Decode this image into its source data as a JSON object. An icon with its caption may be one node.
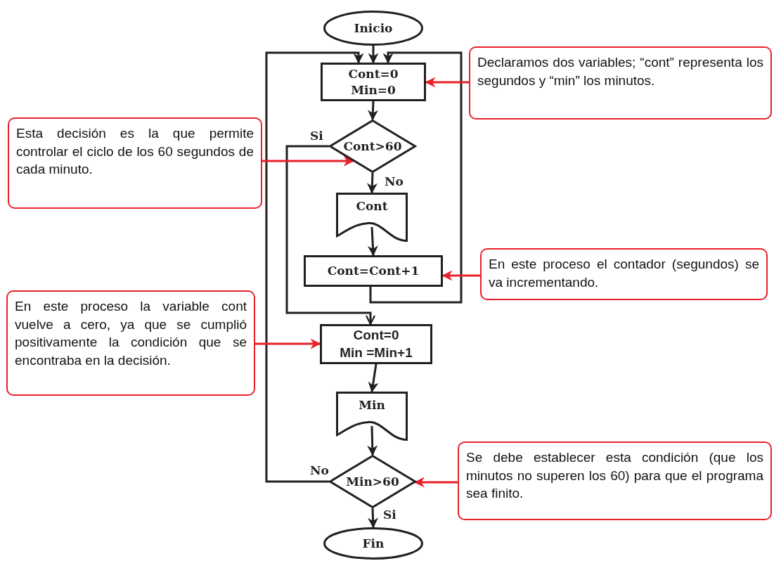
{
  "diagram": {
    "nodes": [
      {
        "text": [
          "Inicio"
        ]
      },
      {
        "text": [
          "Cont=0",
          "Min=0"
        ]
      },
      {
        "text": [
          "Cont>60"
        ]
      },
      {
        "text": [
          "Cont"
        ]
      },
      {
        "text": [
          "Cont=Cont+1"
        ]
      },
      {
        "text": [
          "Cont=0",
          "Min =Min+1"
        ]
      },
      {
        "text": [
          "Min"
        ]
      },
      {
        "text": [
          "Min>60"
        ]
      },
      {
        "text": [
          "Fin"
        ]
      },
      {
        "text": [
          "Declaramos dos variables; “cont” representa los segundos y “min” los minutos."
        ]
      },
      {
        "text": [
          "Esta decisión es la que permite controlar el ciclo de los 60 segundos de cada minuto."
        ]
      },
      {
        "text": [
          "En este proceso el contador (segundos) se va incrementando."
        ]
      },
      {
        "text": [
          "En este proceso la variable cont vuelve a cero, ya que se cumplió positivamente la condición que se encontraba en la decisión."
        ]
      },
      {
        "text": [
          "Se debe establecer esta condición (que los minutos no superen los 60) para que el programa sea finito."
        ]
      }
    ],
    "edges": [
      {
        "from": 0,
        "to": 1,
        "arrow": "to"
      },
      {
        "from": 1,
        "to": 2,
        "arrow": "to"
      },
      {
        "from": 2,
        "to": 3,
        "arrow": "to",
        "label": "No"
      },
      {
        "from": 3,
        "to": 4,
        "arrow": "to"
      },
      {
        "from": 4,
        "to": 1,
        "arrow": "to"
      },
      {
        "from": 2,
        "to": 5,
        "arrow": "to",
        "label": "Si"
      },
      {
        "from": 5,
        "to": 6,
        "arrow": "to"
      },
      {
        "from": 6,
        "to": 7,
        "arrow": "to"
      },
      {
        "from": 7,
        "to": 8,
        "arrow": "to",
        "label": "Si"
      },
      {
        "from": 7,
        "to": 1,
        "arrow": "to",
        "label": "No"
      },
      {
        "from": 9,
        "to": 1,
        "arrow": "to",
        "color": "#e8202a"
      },
      {
        "from": 10,
        "to": 2,
        "arrow": "to",
        "color": "#e8202a"
      },
      {
        "from": 11,
        "to": 4,
        "arrow": "to",
        "color": "#e8202a"
      },
      {
        "from": 12,
        "to": 5,
        "arrow": "to",
        "color": "#e8202a"
      },
      {
        "from": 13,
        "to": 7,
        "arrow": "to",
        "color": "#e8202a"
      }
    ]
  }
}
